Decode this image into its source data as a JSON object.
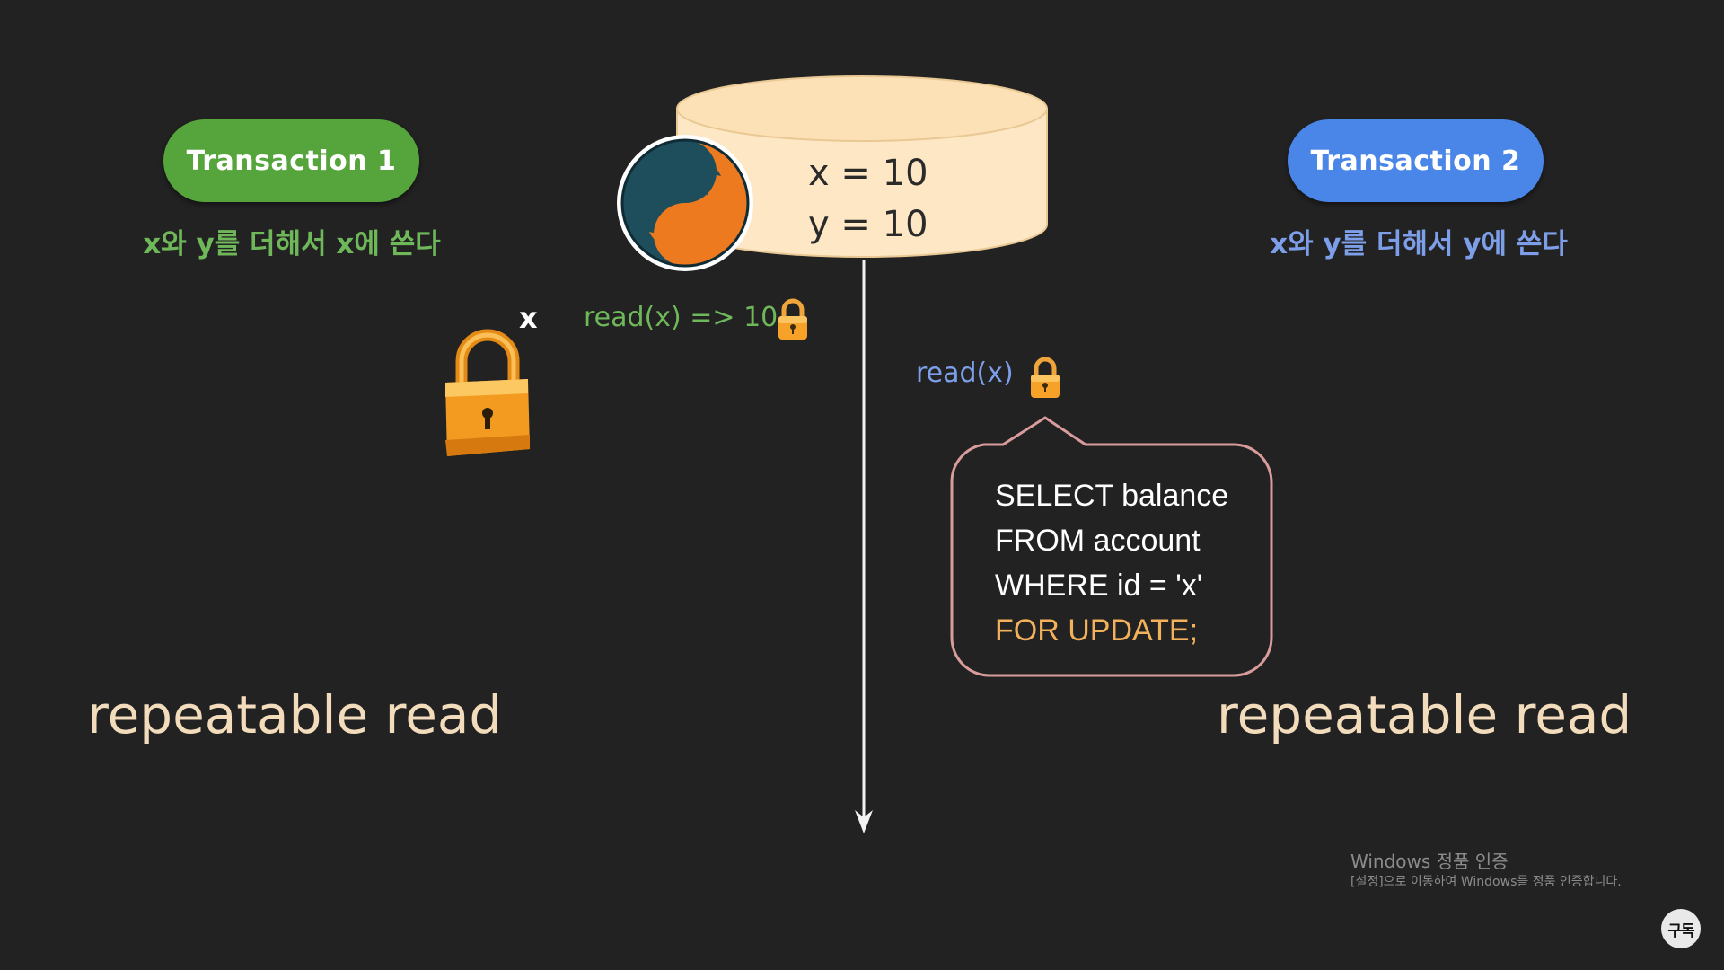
{
  "transaction1": {
    "label": "Transaction 1",
    "description": "x와 y를 더해서 x에 쓴다",
    "color": "#56a53c",
    "isolation_level": "repeatable read",
    "read_op": "read(x) => 10",
    "lock_target": "x"
  },
  "transaction2": {
    "label": "Transaction 2",
    "description": "x와 y를 더해서 y에 쓴다",
    "color": "#4a86e8",
    "isolation_level": "repeatable read",
    "read_op": "read(x)"
  },
  "database": {
    "logo": "mysql-dolphin-logo",
    "x_value": "x = 10",
    "y_value": "y = 10",
    "fill_color": "#fde7c4"
  },
  "query_bubble": {
    "line1": "SELECT balance",
    "line2": "FROM account",
    "line3": "WHERE id = 'x'",
    "line4": "FOR UPDATE;",
    "highlight_color": "#f2b15a"
  },
  "icons": {
    "lock": "padlock-icon",
    "timeline": "down-arrow-icon"
  },
  "watermark": {
    "title": "Windows 정품 인증",
    "subtitle": "[설정]으로 이동하여 Windows를 정품 인증합니다."
  },
  "subscribe_button": {
    "label": "구독"
  }
}
